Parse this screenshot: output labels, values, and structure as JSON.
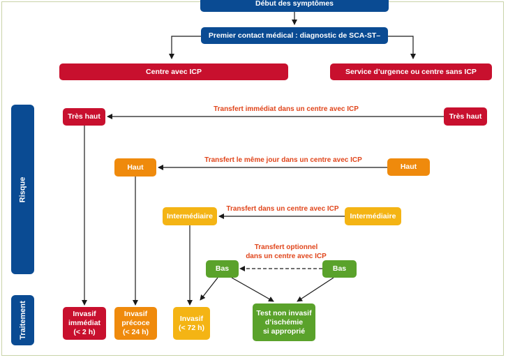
{
  "colors": {
    "blue": "#0a4b93",
    "red": "#c8102e",
    "orange": "#ef8a0c",
    "yellow": "#f4b414",
    "green": "#5aa22b",
    "label": "#e0451b"
  },
  "header": {
    "start": "Début des symptômes",
    "first_contact": "Premier contact médical : diagnostic de SCA-ST–"
  },
  "centres": {
    "with_icp": "Centre avec ICP",
    "without_icp": "Service d’urgence ou centre sans ICP"
  },
  "side_labels": {
    "risk": "Risque",
    "treatment": "Traitement"
  },
  "risk_left": {
    "very_high": "Très haut",
    "high": "Haut",
    "intermediate": "Intermédiaire",
    "low": "Bas"
  },
  "risk_right": {
    "very_high": "Très haut",
    "high": "Haut",
    "intermediate": "Intermédiaire",
    "low": "Bas"
  },
  "transfers": {
    "very_high": "Transfert immédiat dans un centre avec ICP",
    "high": "Transfert le même jour dans un centre avec ICP",
    "intermediate": "Transfert dans un centre avec ICP",
    "low_line1": "Transfert optionnel",
    "low_line2": "dans un centre avec ICP"
  },
  "treatments": {
    "immediate": {
      "line1": "Invasif",
      "line2": "immédiat",
      "line3": "(< 2 h)"
    },
    "early": {
      "line1": "Invasif",
      "line2": "précoce",
      "line3": "(< 24 h)"
    },
    "invasive": {
      "line1": "Invasif",
      "line2": "(< 72 h)"
    },
    "noninvasive": {
      "line1": "Test non invasif",
      "line2": "d’ischémie",
      "line3": "si approprié"
    }
  }
}
